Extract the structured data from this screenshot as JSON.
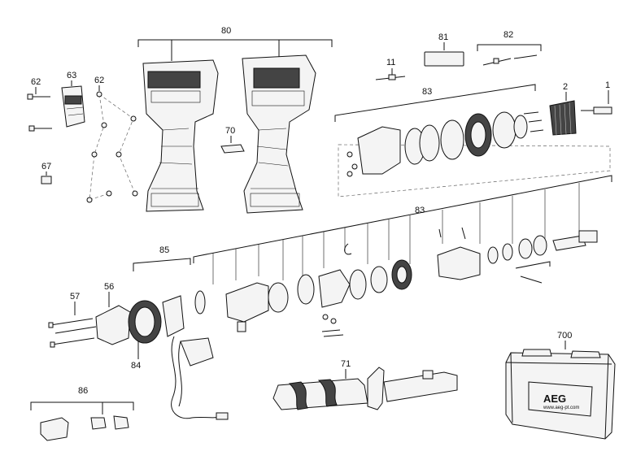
{
  "diagram": {
    "labels": {
      "p80": "80",
      "p81": "81",
      "p82": "82",
      "p11": "11",
      "p83_top": "83",
      "p2": "2",
      "p1": "1",
      "p62_left": "62",
      "p63": "63",
      "p62_right": "62",
      "p70": "70",
      "p67": "67",
      "p83_mid": "83",
      "p85": "85",
      "p57": "57",
      "p56": "56",
      "p84": "84",
      "p71": "71",
      "p700": "700",
      "p86": "86"
    },
    "case_brand": "AEG",
    "case_url": "www.aeg-pt.com"
  }
}
